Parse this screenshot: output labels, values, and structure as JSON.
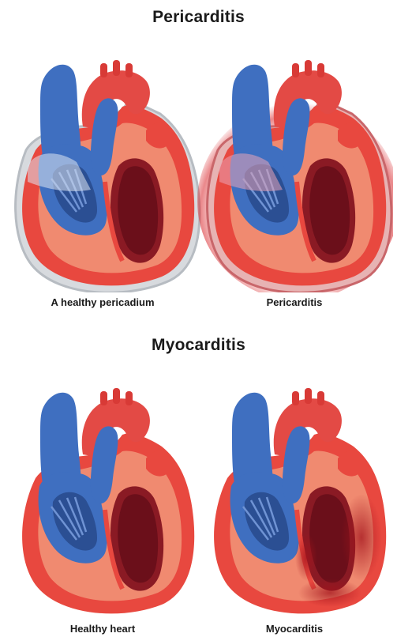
{
  "sections": [
    {
      "title": "Pericarditis",
      "panels": [
        {
          "caption": "A healthy pericadium",
          "variant": "healthy-pericardium"
        },
        {
          "caption": "Pericarditis",
          "variant": "inflamed-pericardium"
        }
      ]
    },
    {
      "title": "Myocarditis",
      "panels": [
        {
          "caption": "Healthy heart",
          "variant": "healthy-heart"
        },
        {
          "caption": "Myocarditis",
          "variant": "inflamed-myocardium"
        }
      ]
    }
  ],
  "colors": {
    "vessel_blue": "#3f6fc0",
    "vessel_blue_dark": "#2b4f93",
    "heart_red": "#e8483f",
    "heart_salmon": "#f08a70",
    "chamber_dark": "#7a1420",
    "pericardium_gray": "#c9cdd2",
    "inflammation_red": "#d9262b"
  }
}
